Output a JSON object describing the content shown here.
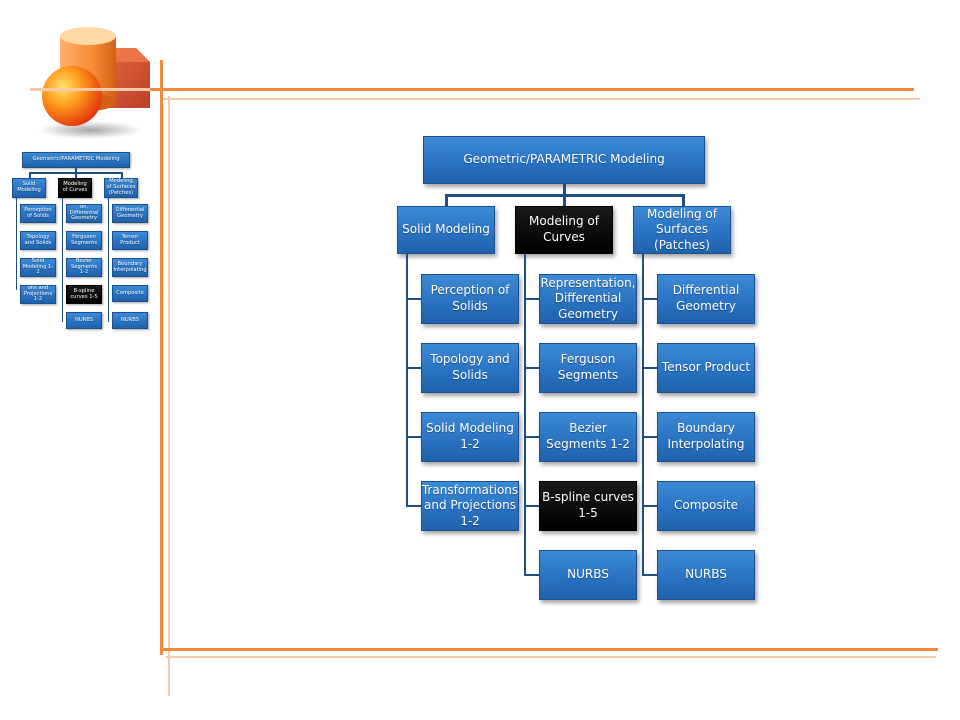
{
  "diagram": {
    "root": "Geometric/PARAMETRIC Modeling",
    "columns": [
      {
        "title": "Solid Modeling",
        "items": [
          "Perception of Solids",
          "Topology and Solids",
          "Solid Modeling 1-2",
          "Transformations and Projections 1-2"
        ]
      },
      {
        "title": "Modeling of Curves",
        "items": [
          "Representation, Differential Geometry",
          "Ferguson Segments",
          "Bezier Segments 1-2",
          "B-spline curves 1-5",
          "NURBS"
        ]
      },
      {
        "title": "Modeling of Surfaces (Patches)",
        "items": [
          "Differential Geometry",
          "Tensor Product",
          "Boundary Interpolating",
          "Composite",
          "NURBS"
        ]
      }
    ]
  },
  "thumbnail": {
    "root": "Geometric/PARAMETRIC Modeling",
    "columns": [
      {
        "title": "Solid Modeling",
        "items": [
          "Perception of Solids",
          "Topology and Solids",
          "Solid Modeling 1-2",
          "ons and Projections 1-2"
        ]
      },
      {
        "title": "Modeling of Curves",
        "items": [
          "on, Differential Geometry",
          "Ferguson Segments",
          "Bezier Segments 1-2",
          "B-spline curves 1-5",
          "NURBS"
        ]
      },
      {
        "title": "Modeling of Surfaces (Patches)",
        "items": [
          "Differential Geometry",
          "Tensor Product",
          "Boundary Interpolating",
          "Composite",
          "NURBS"
        ]
      }
    ]
  }
}
